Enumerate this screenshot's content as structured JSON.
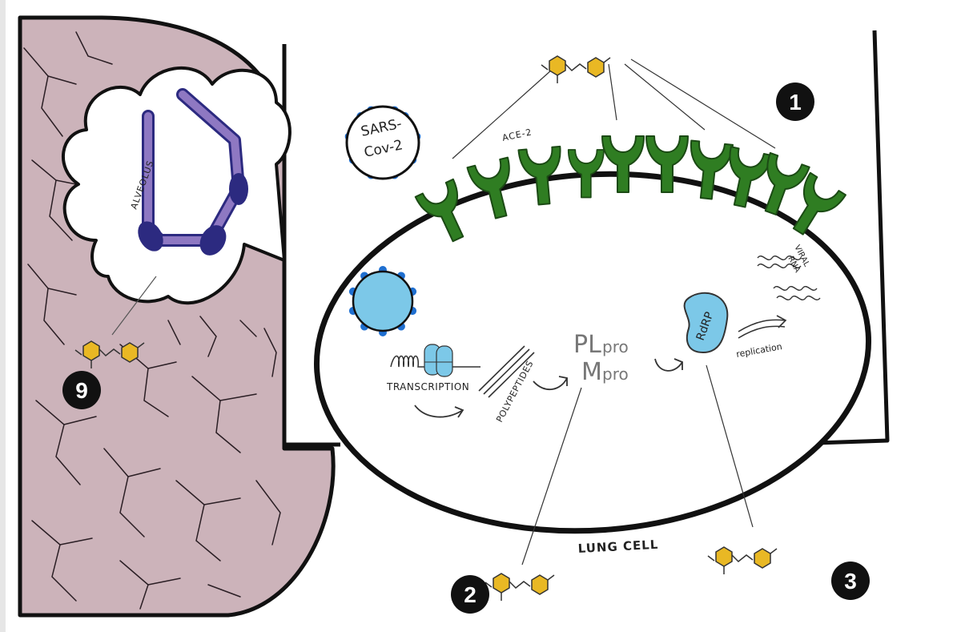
{
  "labels": {
    "sars_line1": "SARS-",
    "sars_line2": "Cov-2",
    "ace2": "ACE-2",
    "alveolus": "ALVEOLUS",
    "transcription": "TRANSCRIPTION",
    "polypeptides": "POLYPEPTIDES",
    "plpro_main": "PL",
    "plpro_sub": "pro",
    "mpro_main": "M",
    "mpro_sub": "pro",
    "rdrp": "RdRP",
    "replication": "replication",
    "viral_rna_line1": "VIRAL",
    "viral_rna_line2": "RNA",
    "lung_cell": "LUNG CELL"
  },
  "badges": {
    "one": "1",
    "two": "2",
    "three": "3",
    "nine": "9"
  },
  "colors": {
    "receptor_green": "#2f7d22",
    "virus_blue": "#7cc8e8",
    "spike_blue": "#1f6fd0",
    "alveolus_purple": "#8e78c2",
    "alveolus_node": "#2c2a80",
    "drug_yellow": "#e9b824",
    "lung_tissue": "#ccb3ba"
  }
}
